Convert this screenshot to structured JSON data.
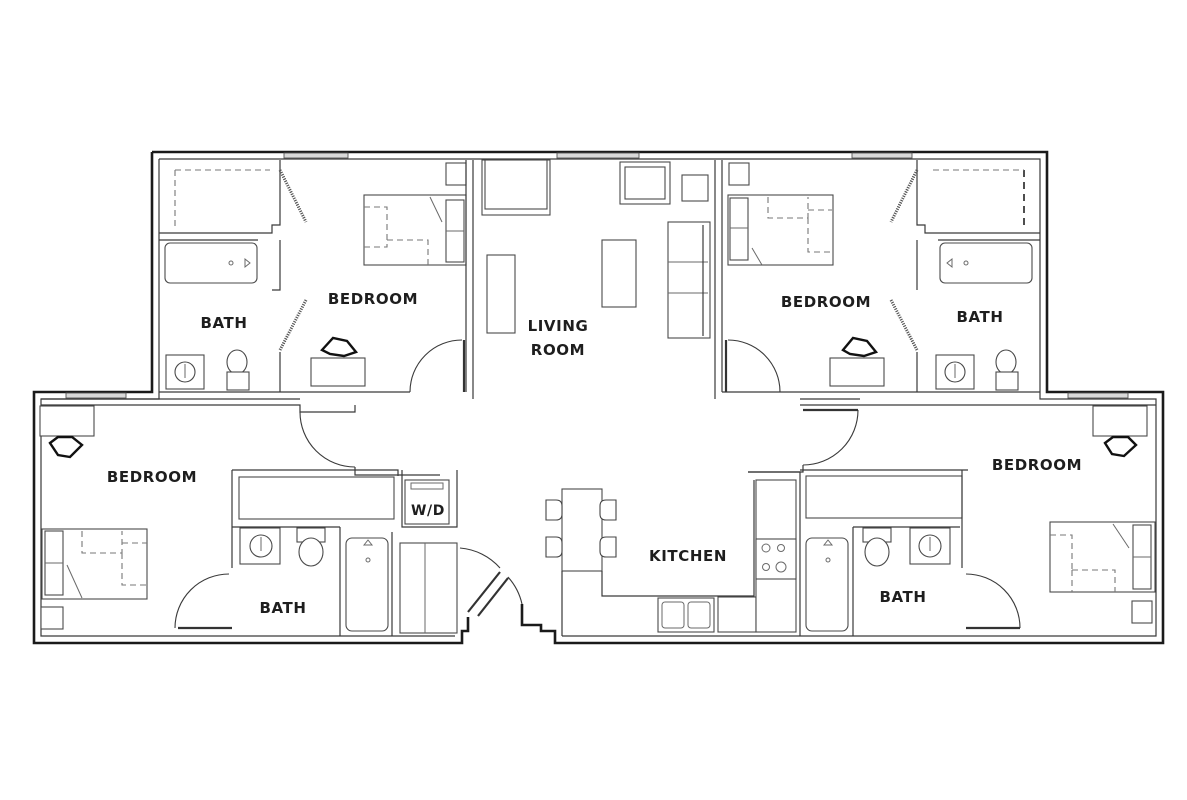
{
  "floorplan": {
    "rooms": [
      {
        "id": "bedroom-top-left",
        "label": "BEDROOM"
      },
      {
        "id": "bath-top-left",
        "label": "BATH"
      },
      {
        "id": "living-room",
        "label_line1": "LIVING",
        "label_line2": "ROOM"
      },
      {
        "id": "bedroom-top-right",
        "label": "BEDROOM"
      },
      {
        "id": "bath-top-right",
        "label": "BATH"
      },
      {
        "id": "bedroom-bottom-left",
        "label": "BEDROOM"
      },
      {
        "id": "bath-bottom-left",
        "label": "BATH"
      },
      {
        "id": "laundry",
        "label": "W/D"
      },
      {
        "id": "kitchen",
        "label": "KITCHEN"
      },
      {
        "id": "bath-bottom-right",
        "label": "BATH"
      },
      {
        "id": "bedroom-bottom-right",
        "label": "BEDROOM"
      }
    ],
    "colors": {
      "background": "#ffffff",
      "walls": "#1a1a1a",
      "fixtures": "#4a4a4a",
      "windows": "#d9d9d9"
    }
  }
}
